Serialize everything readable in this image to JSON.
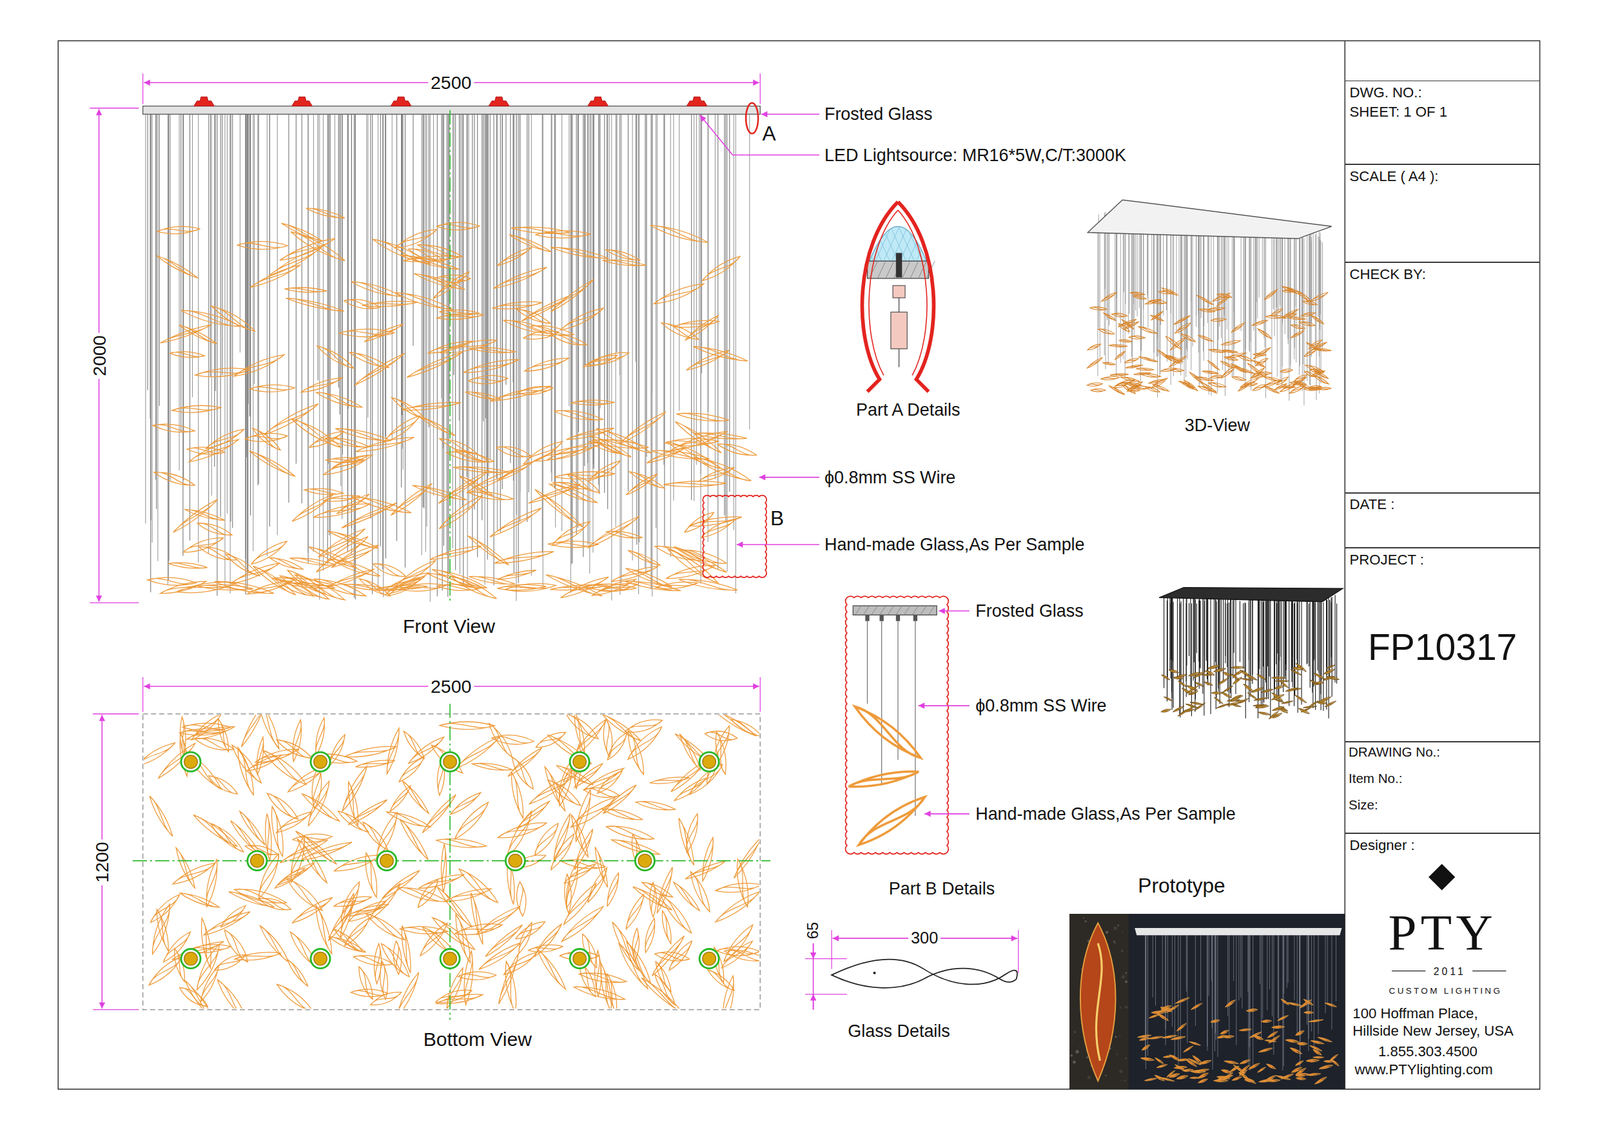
{
  "diagram": {
    "nodes": [
      {
        "text": [
          "DWG. NO.:",
          "SHEET: 1 OF 1"
        ]
      },
      {
        "text": [
          "SCALE ( A4 ):"
        ]
      },
      {
        "text": [
          "CHECK BY:"
        ]
      },
      {
        "text": [
          "DATE :"
        ]
      },
      {
        "text": [
          "PROJECT :",
          "FP10317"
        ]
      },
      {
        "text": [
          "DRAWING No.:",
          "Item No.:",
          "Size:"
        ]
      },
      {
        "text": [
          "Designer :",
          "PTY",
          "2011",
          "CUSTOM LIGHTING",
          "100 Hoffman Place, Hillside New Jersey, USA",
          "1.855.303.4500",
          "www.PTYlighting.com"
        ]
      }
    ],
    "labels": [
      "2500",
      "2000",
      "Frosted Glass",
      "A",
      "LED Lightsource: MR16*5W,C/T:3000K",
      "Part A Details",
      "3D-View",
      "ϕ0.8mm SS Wire",
      "B",
      "Hand-made Glass,As Per Sample",
      "Front View",
      "2500",
      "1200",
      "Bottom View",
      "Frosted Glass",
      "ϕ0.8mm SS Wire",
      "Hand-made Glass,As Per Sample",
      "Part B Details",
      "65",
      "300",
      "Glass Details",
      "Prototype"
    ]
  }
}
